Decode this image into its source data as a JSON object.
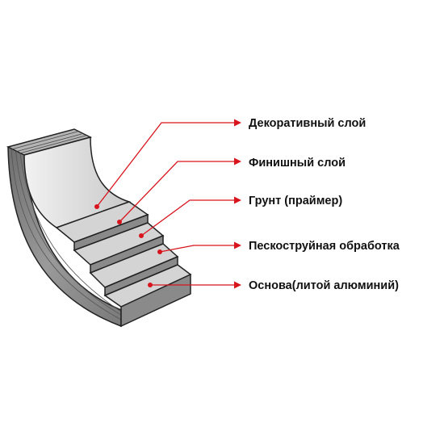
{
  "layers": [
    {
      "label": "Декоративный слой"
    },
    {
      "label": "Финишный слой"
    },
    {
      "label": "Грунт (праймер)"
    },
    {
      "label": "Пескоструйная обработка"
    },
    {
      "label": "Основа(литой алюминий)"
    }
  ],
  "colors": {
    "leader_line": "#d8141c",
    "layer_face": "#d4d4d4",
    "layer_side": "#8a8a8a",
    "outline": "#222222",
    "label_text": "#111111"
  }
}
